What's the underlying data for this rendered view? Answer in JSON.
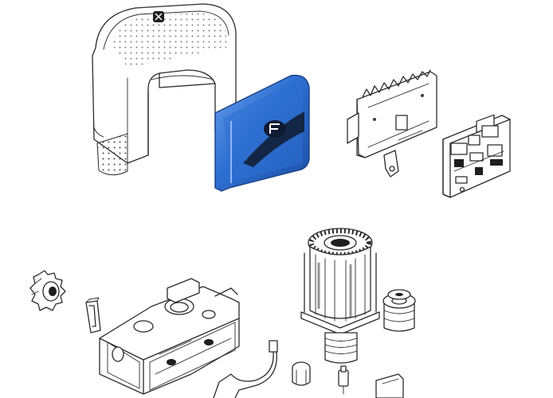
{
  "diagram": {
    "type": "exploded-parts-view",
    "parts": [
      {
        "id": "housing-cover",
        "icon": "gate-motor-cover"
      },
      {
        "id": "front-panel",
        "icon": "front-panel",
        "highlighted": true
      },
      {
        "id": "mounting-bracket-board",
        "icon": "pcb-bracket"
      },
      {
        "id": "control-board",
        "icon": "circuit-board"
      },
      {
        "id": "pinion-gear",
        "icon": "gear"
      },
      {
        "id": "release-clip",
        "icon": "clip"
      },
      {
        "id": "gearbox-base",
        "icon": "gearbox-housing"
      },
      {
        "id": "motor",
        "icon": "electric-motor"
      },
      {
        "id": "pulley",
        "icon": "pulley"
      },
      {
        "id": "limit-switch-wire",
        "icon": "wire-sensor"
      },
      {
        "id": "knob",
        "icon": "knob"
      },
      {
        "id": "small-connector",
        "icon": "connector"
      }
    ],
    "colors": {
      "highlight": "#2d6fd1",
      "highlight_dark": "#1b4fa5",
      "highlight_light": "#6aa0ee",
      "line": "#2b2b2b"
    }
  }
}
